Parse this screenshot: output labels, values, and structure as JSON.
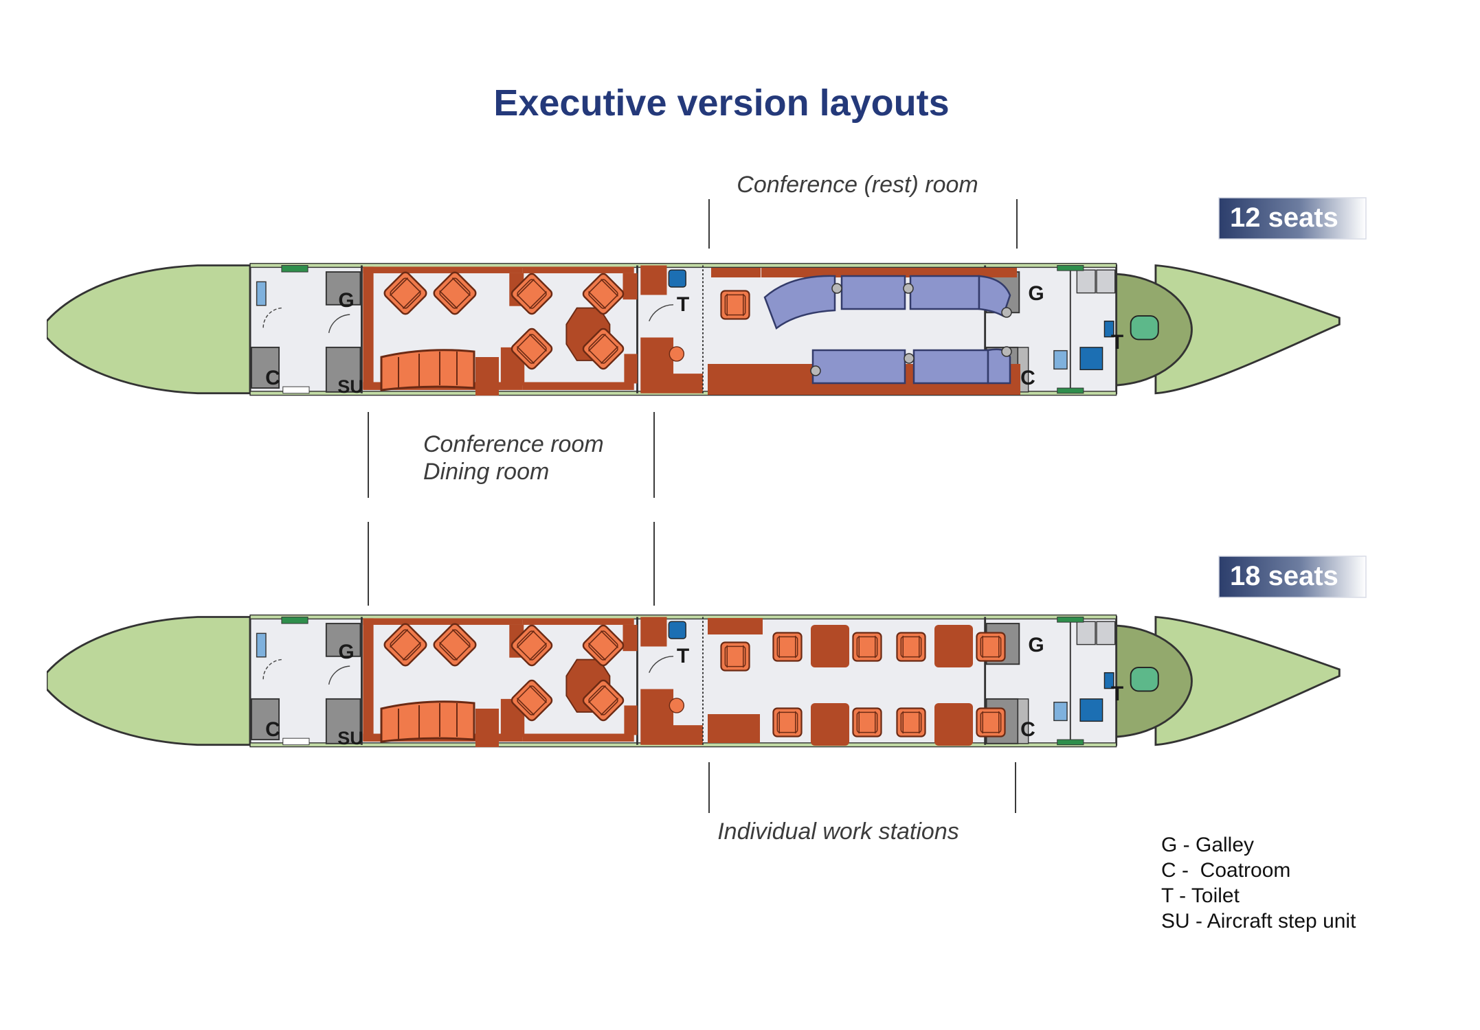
{
  "title": "Executive version layouts",
  "colors": {
    "title": "#24397a",
    "nose_tail": "#bcd79a",
    "cabin_floor": "#ecedf1",
    "wood": "#b24a26",
    "orange_seat": "#f07a4b",
    "lavender_sofa": "#8c95cc",
    "galley_gray": "#8e8e8e",
    "toilet_blue": "#1c6fb3",
    "badge_start": "#2c3e6c",
    "badge_end": "#ffffff"
  },
  "layouts": [
    {
      "badge": "12 seats",
      "upper_zone_label": "Conference (rest) room",
      "codes": {
        "galley_front": "G",
        "coat_front": "C",
        "step_unit": "SU",
        "toilet_mid": "T",
        "galley_rear": "G",
        "coat_rear": "C",
        "toilet_rear": "T"
      }
    },
    {
      "badge": "18 seats",
      "lower_zone_label": "Individual work stations",
      "codes": {
        "galley_front": "G",
        "coat_front": "C",
        "step_unit": "SU",
        "toilet_mid": "T",
        "galley_rear": "G",
        "coat_rear": "C",
        "toilet_rear": "T"
      }
    }
  ],
  "middle_zone_label": {
    "line1": "Conference room",
    "line2": "Dining room"
  },
  "legend": [
    "G - Galley",
    "C -  Coatroom",
    "T - Toilet",
    "SU - Aircraft step unit"
  ]
}
